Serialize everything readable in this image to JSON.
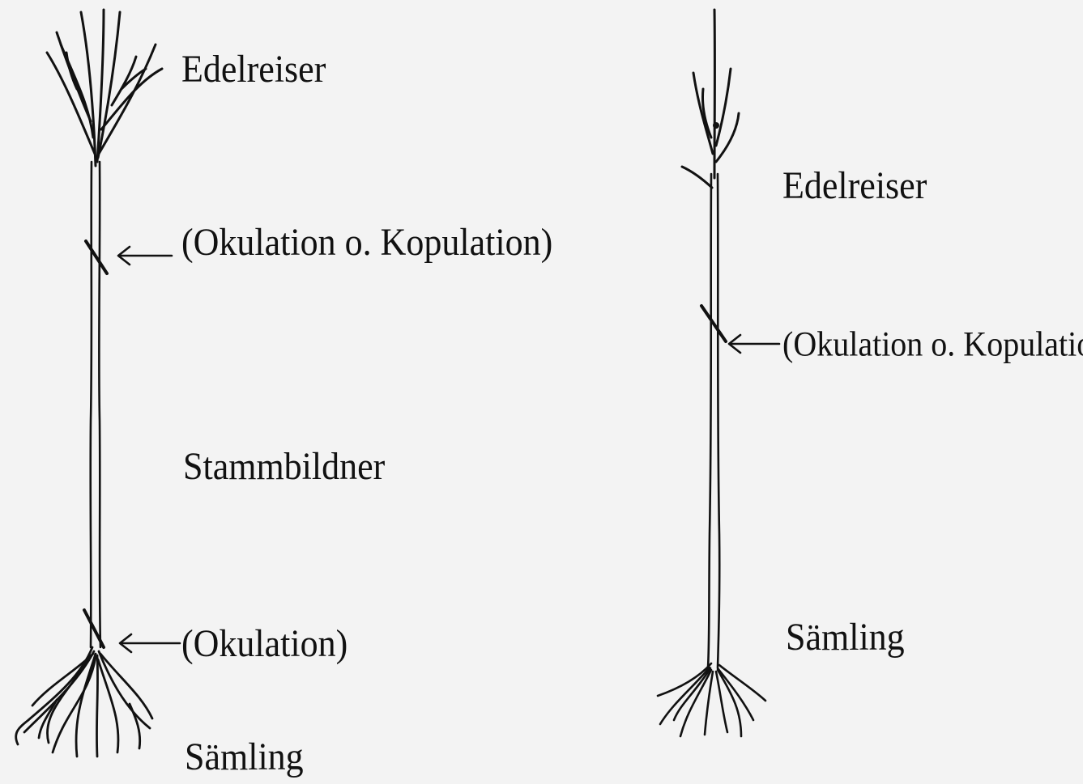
{
  "left_tree": {
    "label_scion": "Edelreiser",
    "label_graft_top": "(Okulation o. Kopulation)",
    "label_stem": "Stammbildner",
    "label_graft_bottom": "(Okulation)",
    "label_seedling": "Sämling"
  },
  "right_tree": {
    "label_scion": "Edelreiser",
    "label_graft": "(Okulation o. Kopulation)",
    "label_seedling": "Sämling"
  }
}
